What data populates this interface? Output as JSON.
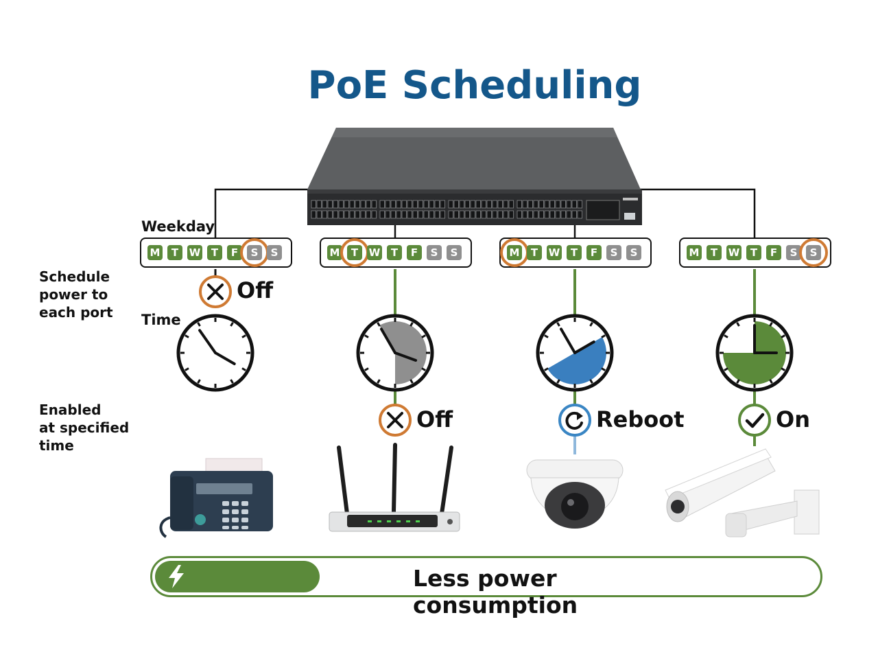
{
  "title": "PoE Scheduling",
  "labels": {
    "weekday": "Weekday",
    "time": "Time",
    "schedule": [
      "Schedule",
      "power to",
      "each port"
    ],
    "enabled": [
      "Enabled",
      "at specified",
      "time"
    ]
  },
  "day_letters": [
    "M",
    "T",
    "W",
    "T",
    "F",
    "S",
    "S"
  ],
  "ports": [
    {
      "device": "fax-machine",
      "status": "Off",
      "status_icon": "x-icon",
      "status_color": "#cf7a33",
      "highlighted_day": 5,
      "schedule_active": false,
      "clock_fill": "none",
      "line_color": "#111111"
    },
    {
      "device": "wifi-router",
      "status": "Off",
      "status_icon": "x-icon",
      "status_color": "#cf7a33",
      "highlighted_day": 1,
      "schedule_active": true,
      "clock_fill": "#8f8f8f",
      "line_color": "#5b8a3a"
    },
    {
      "device": "dome-camera",
      "status": "Reboot",
      "status_icon": "reboot-icon",
      "status_color": "#3a86c4",
      "highlighted_day": 0,
      "schedule_active": true,
      "clock_fill": "#3a7fbf",
      "line_color": "#5b8a3a"
    },
    {
      "device": "bullet-camera",
      "status": "On",
      "status_icon": "check-icon",
      "status_color": "#5b8a3a",
      "highlighted_day": 6,
      "schedule_active": true,
      "clock_fill": "#5b8a3a",
      "line_color": "#5b8a3a"
    }
  ],
  "banner": {
    "text": "Less power consumption",
    "icon": "lightning-icon"
  },
  "colors": {
    "title": "#14578a",
    "green": "#5b8a3a",
    "orange": "#cf7a33",
    "blue": "#3a86c4",
    "gray": "#8f8f8f"
  }
}
